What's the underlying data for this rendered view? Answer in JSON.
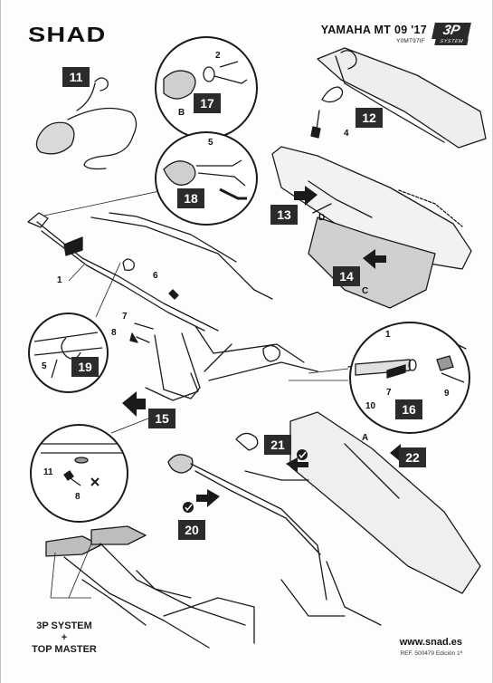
{
  "header": {
    "brand": "SHAD",
    "model": "YAMAHA MT 09 '17",
    "model_code": "Y0MT97IF",
    "system_logo_main": "3P",
    "system_logo_sub": "SYSTEM"
  },
  "steps": {
    "s11": "11",
    "s12": "12",
    "s13": "13",
    "s14": "14",
    "s15": "15",
    "s16": "16",
    "s17": "17",
    "s18": "18",
    "s19": "19",
    "s20": "20",
    "s21": "21",
    "s22": "22"
  },
  "callouts": {
    "c1a": "1",
    "c1b": "1",
    "c2": "2",
    "c4": "4",
    "c5a": "5",
    "c5b": "5",
    "c6": "6",
    "c7a": "7",
    "c7b": "7",
    "c8a": "8",
    "c8b": "8",
    "c9": "9",
    "c10": "10",
    "c11": "11",
    "cA": "A",
    "cB": "B",
    "cC": "C",
    "cD": "D"
  },
  "system_note": {
    "line1": "3P SYSTEM",
    "line2": "+",
    "line3": "TOP MASTER"
  },
  "footer": {
    "url": "www.snad.es",
    "ref": "REF. 500479 Edición 1ª"
  },
  "colors": {
    "label_bg": "#2b2b2b",
    "line": "#1a1a1a",
    "part_fill": "#d9d9d9"
  }
}
